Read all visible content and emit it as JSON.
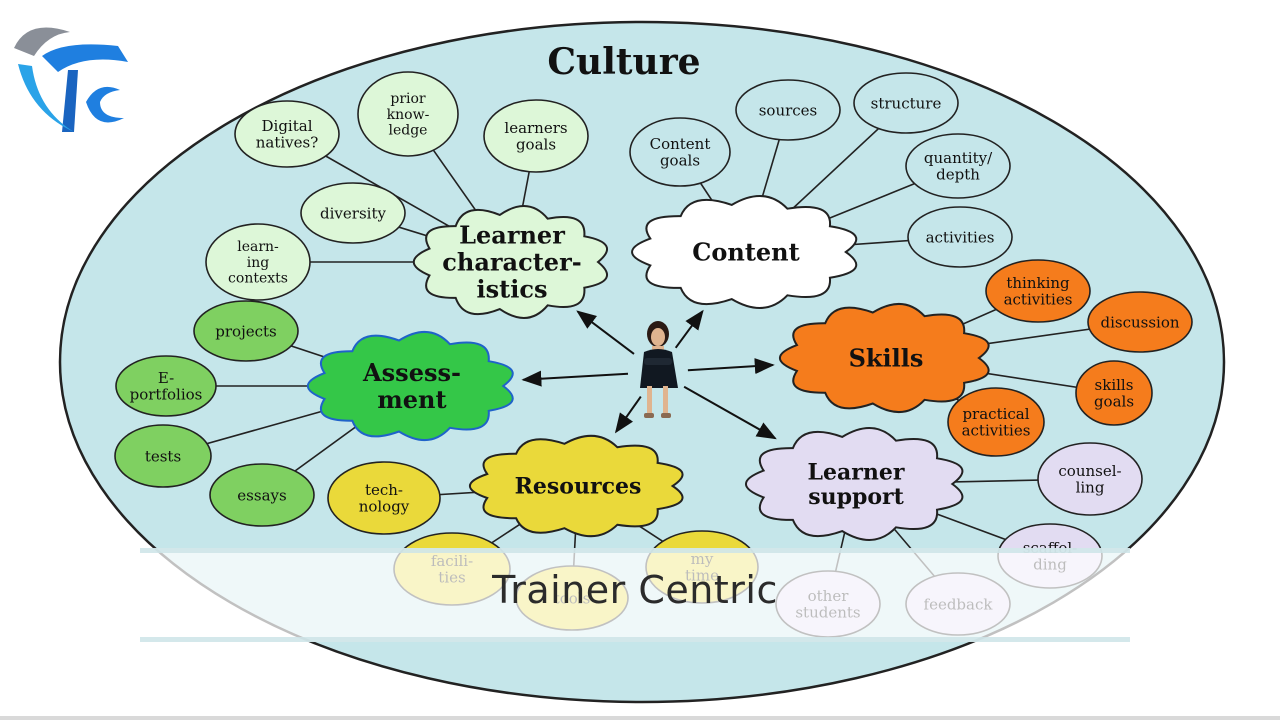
{
  "diagram": {
    "title": "Culture",
    "center_node": "trainer-figure",
    "hubs": [
      {
        "id": "learner-characteristics",
        "lines": [
          "Learner",
          "character-",
          "istics"
        ],
        "color": "#ddf7d8"
      },
      {
        "id": "content",
        "lines": [
          "Content"
        ],
        "color": "#ffffff"
      },
      {
        "id": "skills",
        "lines": [
          "Skills"
        ],
        "color": "#f57c1c"
      },
      {
        "id": "learner-support",
        "lines": [
          "Learner",
          "support"
        ],
        "color": "#e2dcf2"
      },
      {
        "id": "resources",
        "lines": [
          "Resources"
        ],
        "color": "#ead93a"
      },
      {
        "id": "assessment",
        "lines": [
          "Assess-",
          "ment"
        ],
        "color": "#34c748"
      }
    ],
    "leaves": [
      {
        "hub": "learner-characteristics",
        "lines": [
          "Digital",
          "natives?"
        ]
      },
      {
        "hub": "learner-characteristics",
        "lines": [
          "prior",
          "know-",
          "ledge"
        ]
      },
      {
        "hub": "learner-characteristics",
        "lines": [
          "learners",
          "goals"
        ]
      },
      {
        "hub": "learner-characteristics",
        "lines": [
          "diversity"
        ]
      },
      {
        "hub": "learner-characteristics",
        "lines": [
          "learn-",
          "ing",
          "contexts"
        ]
      },
      {
        "hub": "content",
        "lines": [
          "Content",
          "goals"
        ]
      },
      {
        "hub": "content",
        "lines": [
          "sources"
        ]
      },
      {
        "hub": "content",
        "lines": [
          "structure"
        ]
      },
      {
        "hub": "content",
        "lines": [
          "quantity/",
          "depth"
        ]
      },
      {
        "hub": "content",
        "lines": [
          "activities"
        ]
      },
      {
        "hub": "skills",
        "lines": [
          "thinking",
          "activities"
        ]
      },
      {
        "hub": "skills",
        "lines": [
          "discussion"
        ]
      },
      {
        "hub": "skills",
        "lines": [
          "skills",
          "goals"
        ]
      },
      {
        "hub": "skills",
        "lines": [
          "practical",
          "activities"
        ]
      },
      {
        "hub": "learner-support",
        "lines": [
          "counsel-",
          "ling"
        ]
      },
      {
        "hub": "learner-support",
        "lines": [
          "scaffol-",
          "ding"
        ]
      },
      {
        "hub": "learner-support",
        "lines": [
          "feedback"
        ]
      },
      {
        "hub": "learner-support",
        "lines": [
          "other",
          "students"
        ]
      },
      {
        "hub": "resources",
        "lines": [
          "tech-",
          "nology"
        ]
      },
      {
        "hub": "resources",
        "lines": [
          "facili-",
          "ties"
        ]
      },
      {
        "hub": "resources",
        "lines": [
          "tools"
        ]
      },
      {
        "hub": "resources",
        "lines": [
          "my",
          "time"
        ]
      },
      {
        "hub": "assessment",
        "lines": [
          "projects"
        ]
      },
      {
        "hub": "assessment",
        "lines": [
          "E-",
          "portfolios"
        ]
      },
      {
        "hub": "assessment",
        "lines": [
          "tests"
        ]
      },
      {
        "hub": "assessment",
        "lines": [
          "essays"
        ]
      }
    ]
  },
  "caption": "Trainer Centric",
  "colors": {
    "ellipse_fill": "#c5e6ea",
    "ellipse_stroke": "#222222",
    "green_leaf": "#7fd061",
    "orange_leaf": "#f57c1c",
    "pale_green_leaf": "#ddf7d8",
    "lavender_leaf": "#e2dcf2",
    "yellow_leaf": "#ead93a",
    "logo_blue": "#1f7fe0"
  }
}
